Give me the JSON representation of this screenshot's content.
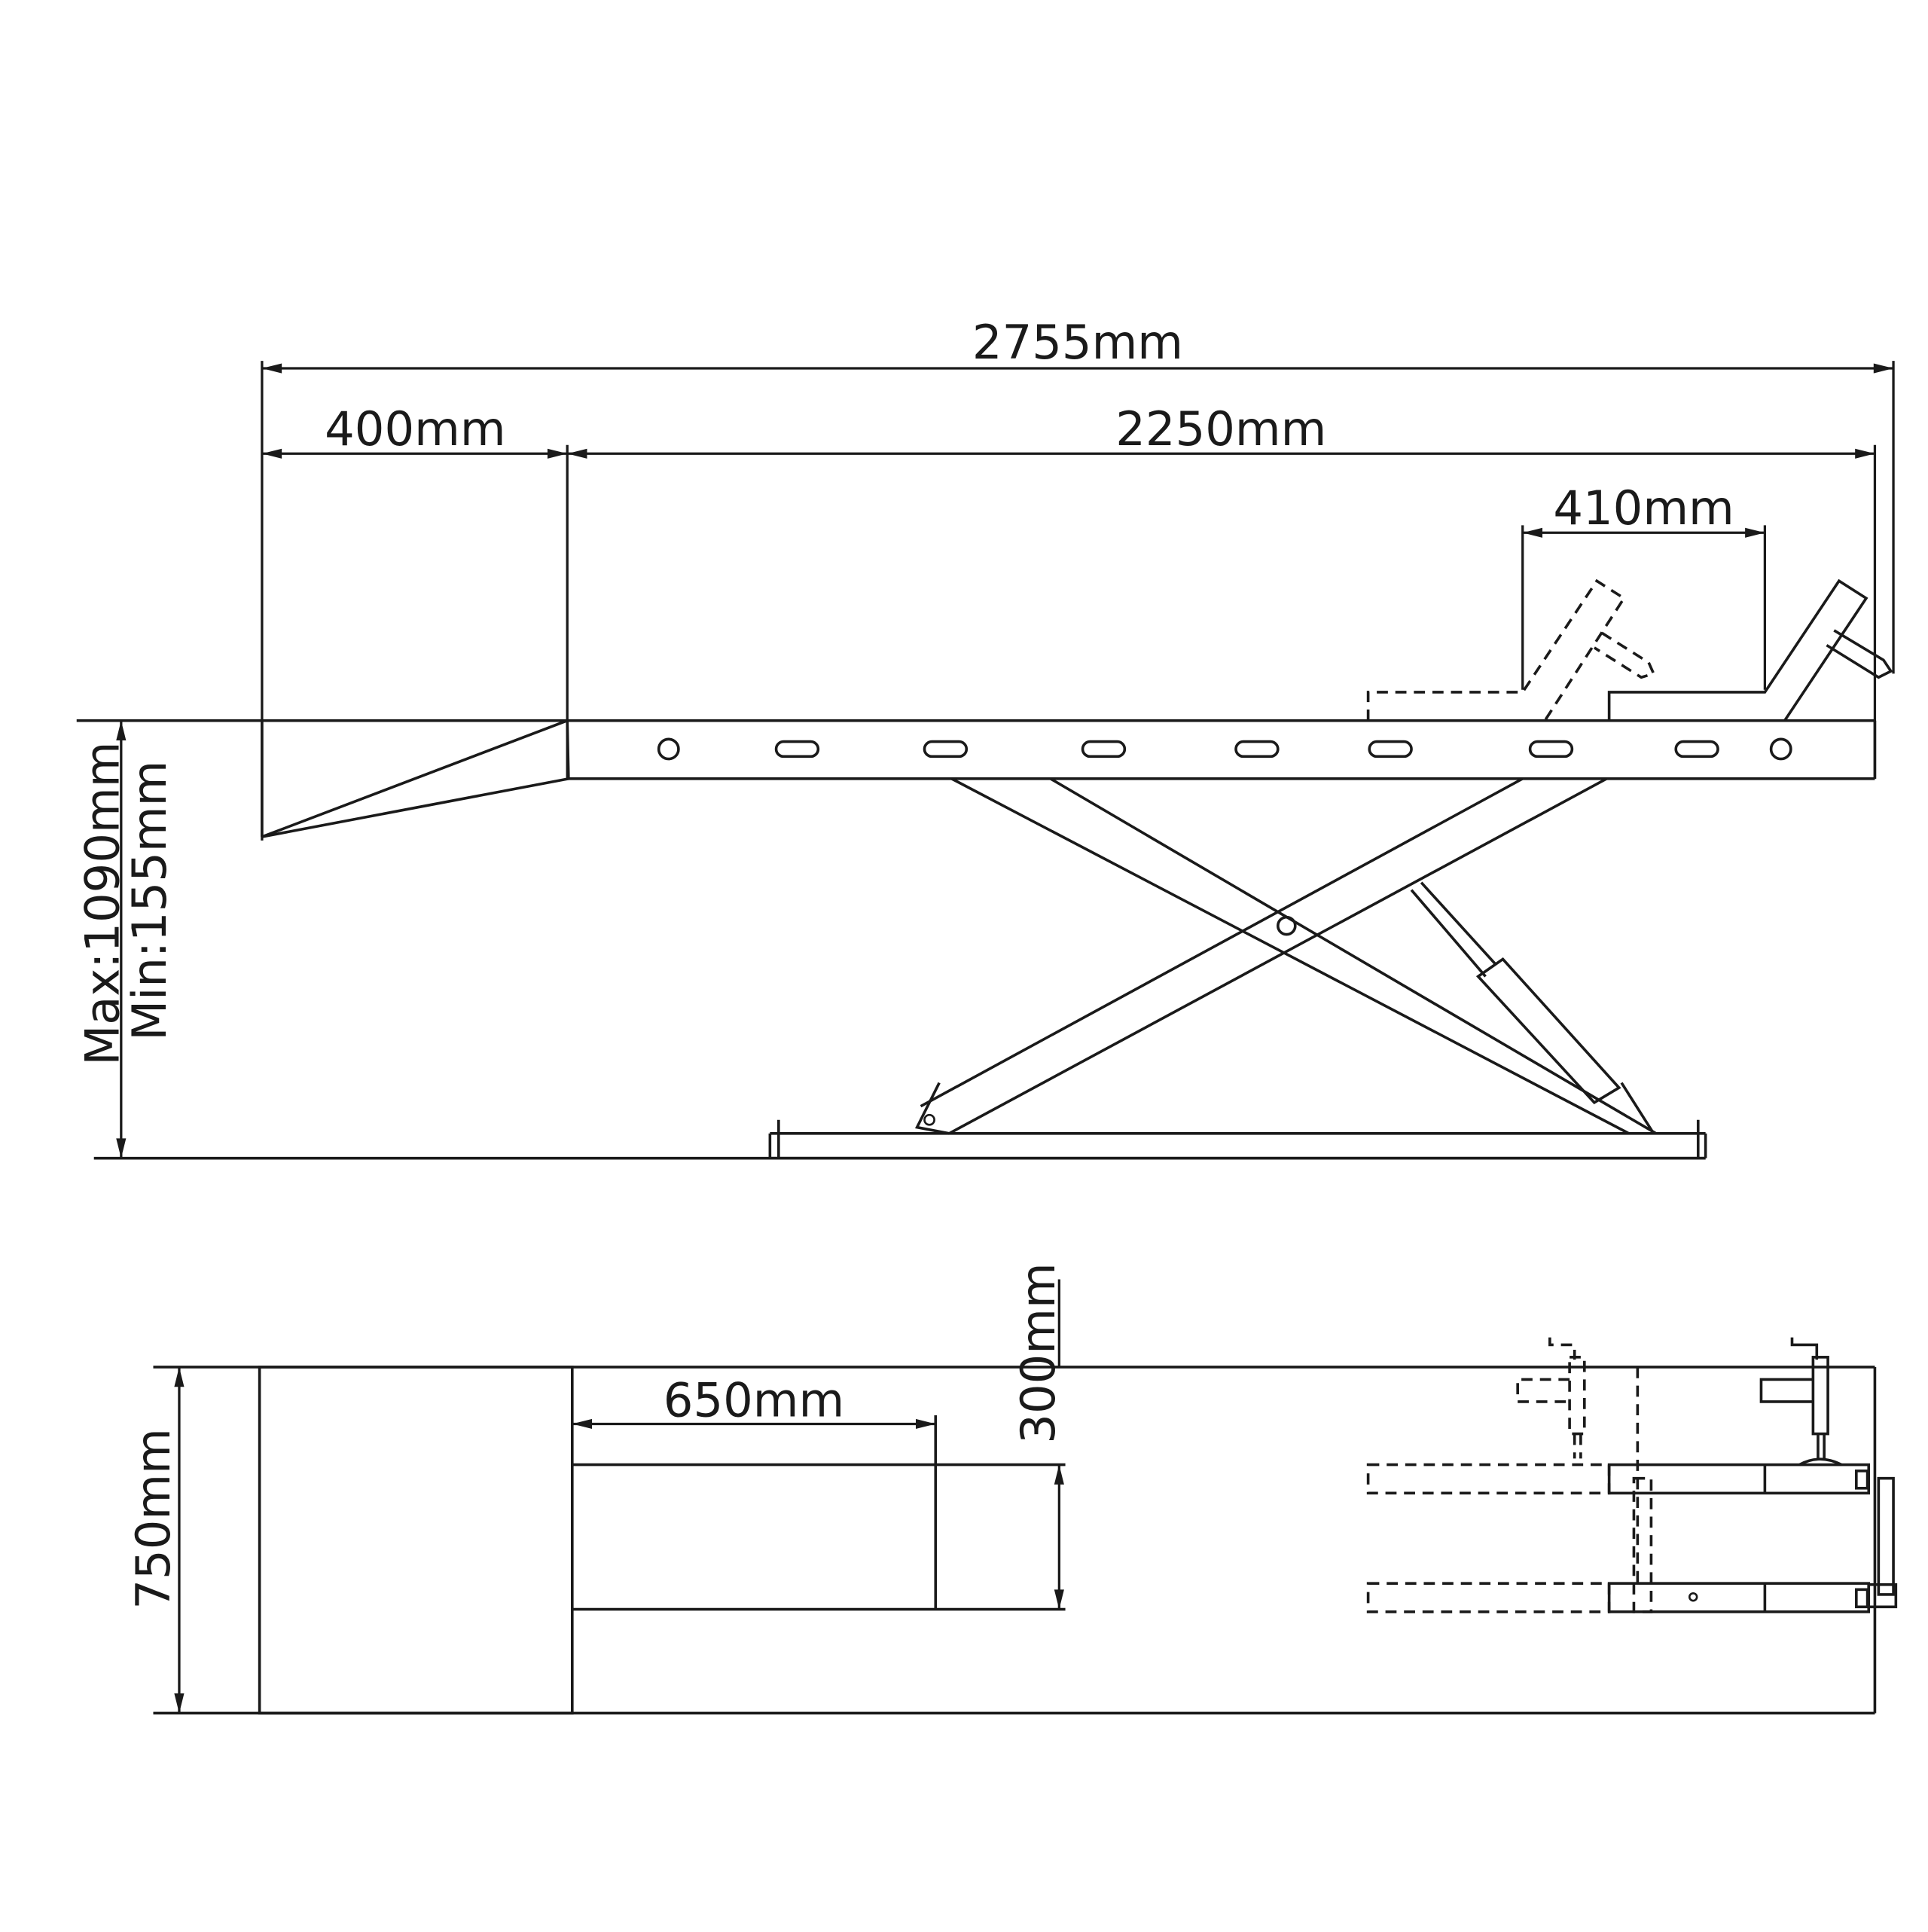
{
  "drawing": {
    "title": "Motorcycle scissor lift table - dimension drawing",
    "colors": {
      "line": "#1a1a1a",
      "background": "#ffffff"
    },
    "side_view": {
      "dimensions": {
        "overall_length": "2755mm",
        "ramp_length": "400mm",
        "platform_length": "2250mm",
        "wheel_clamp_travel": "410mm",
        "height_max": "Max:1090mm",
        "height_min": "Min:155mm"
      },
      "platform_holes": [
        "round",
        "slot",
        "slot",
        "slot",
        "slot",
        "slot",
        "slot",
        "slot",
        "round"
      ]
    },
    "top_view": {
      "dimensions": {
        "ramp_extension": "650mm",
        "side_extension_width": "300mm",
        "platform_width": "750mm"
      }
    }
  }
}
